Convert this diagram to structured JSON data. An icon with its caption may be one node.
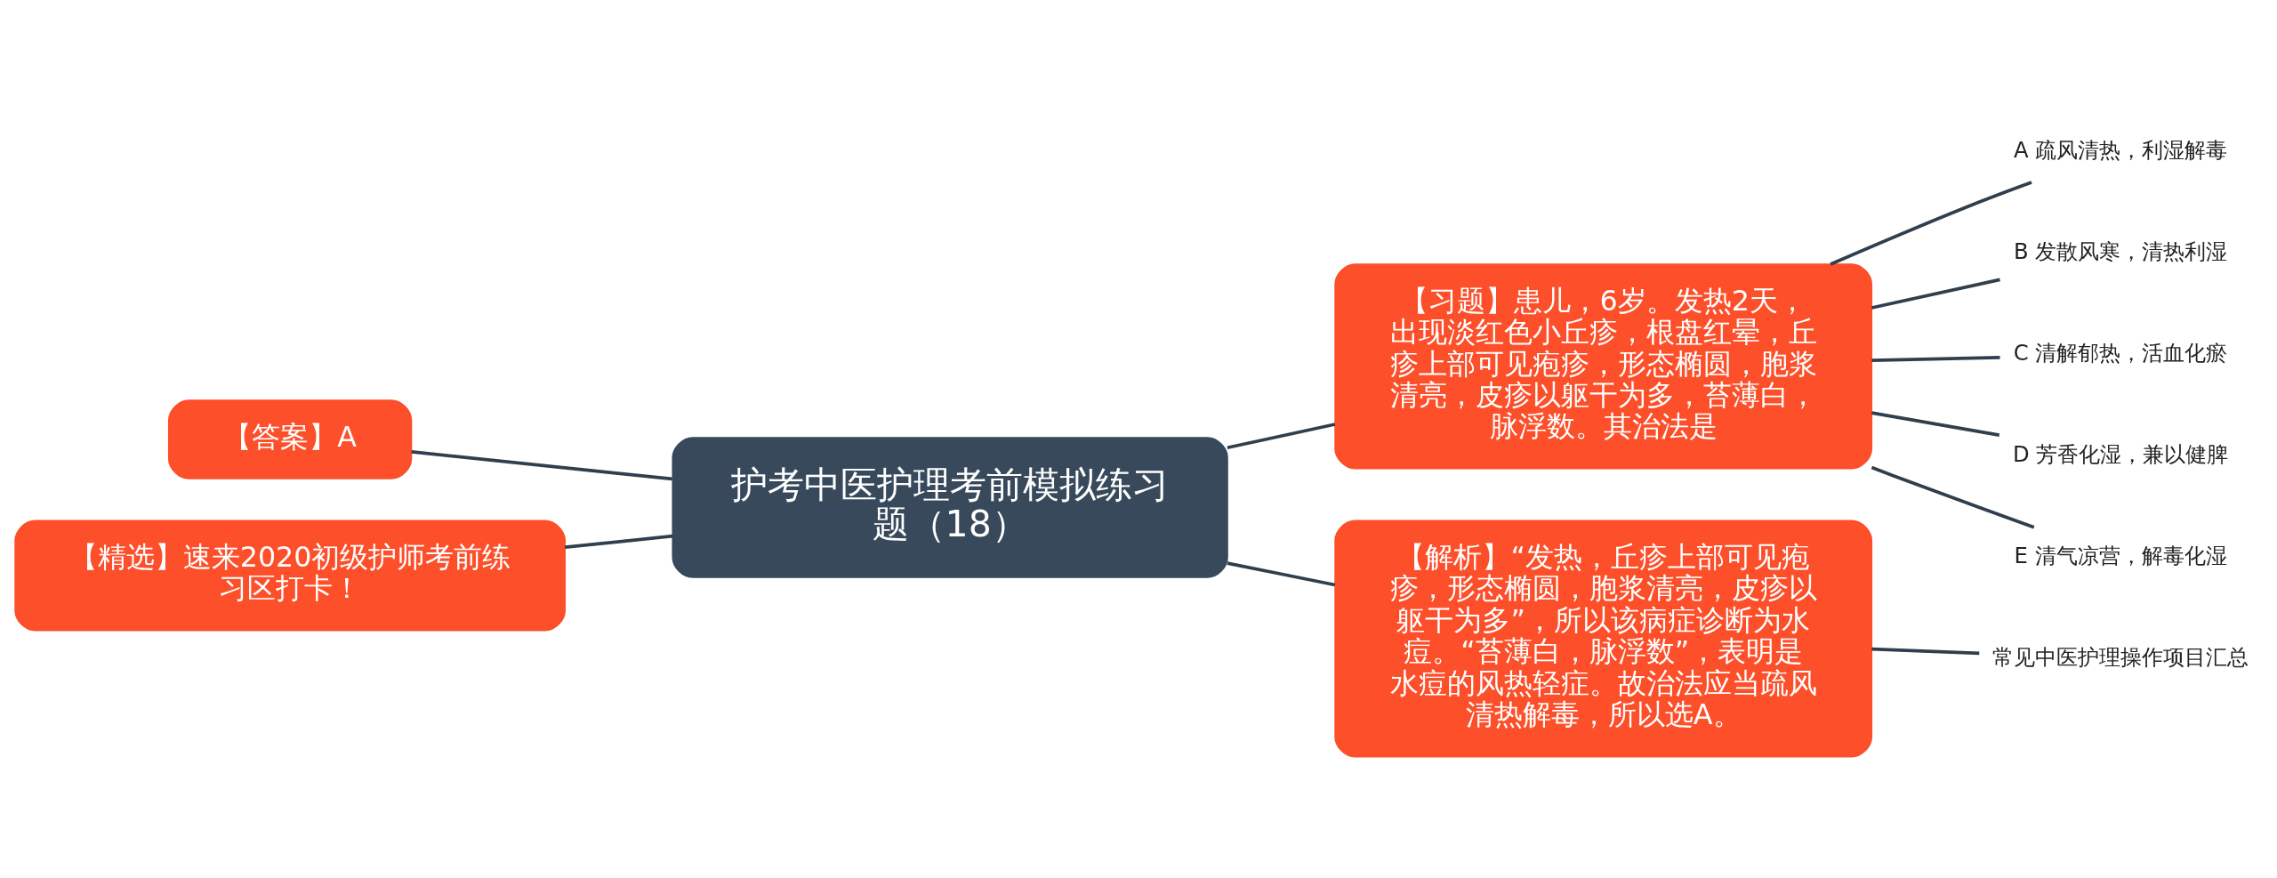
{
  "diagram": {
    "nodes": [
      {
        "text": [
          "护考中医护理考前模拟练习题（18）"
        ]
      },
      {
        "text": [
          "【习题】患儿，6岁。发热2天，出现淡红色小丘疹，根盘红晕，丘疹上部可见疱疹，形态椭圆，胞浆清亮，皮疹以躯干为多，苔薄白，脉浮数。其治法是"
        ]
      },
      {
        "text": [
          "A 疏风清热，利湿解毒"
        ]
      },
      {
        "text": [
          "B 发散风寒，清热利湿"
        ]
      },
      {
        "text": [
          "C 清解郁热，活血化瘀"
        ]
      },
      {
        "text": [
          "D 芳香化湿，兼以健脾"
        ]
      },
      {
        "text": [
          "E 清气凉营，解毒化湿"
        ]
      },
      {
        "text": [
          "【解析】“发热，丘疹上部可见疱疹，形态椭圆，胞浆清亮，皮疹以躯干为多”，所以该病症诊断为水痘。“苔薄白，脉浮数”，表明是水痘的风热轻症。故治法应当疏风清热解毒，所以选A。"
        ]
      },
      {
        "text": [
          "常见中医护理操作项目汇总"
        ]
      },
      {
        "text": [
          "【答案】A"
        ]
      },
      {
        "text": [
          "【精选】速来2020初级护师考前练习区打卡！"
        ]
      }
    ],
    "edges": [
      {
        "from": 0,
        "to": 1,
        "arrow": "none"
      },
      {
        "from": 1,
        "to": 2,
        "arrow": "none"
      },
      {
        "from": 1,
        "to": 3,
        "arrow": "none"
      },
      {
        "from": 1,
        "to": 4,
        "arrow": "none"
      },
      {
        "from": 1,
        "to": 5,
        "arrow": "none"
      },
      {
        "from": 1,
        "to": 6,
        "arrow": "none"
      },
      {
        "from": 0,
        "to": 7,
        "arrow": "none"
      },
      {
        "from": 7,
        "to": 8,
        "arrow": "none"
      },
      {
        "from": 0,
        "to": 9,
        "arrow": "none"
      },
      {
        "from": 0,
        "to": 10,
        "arrow": "none"
      }
    ]
  }
}
